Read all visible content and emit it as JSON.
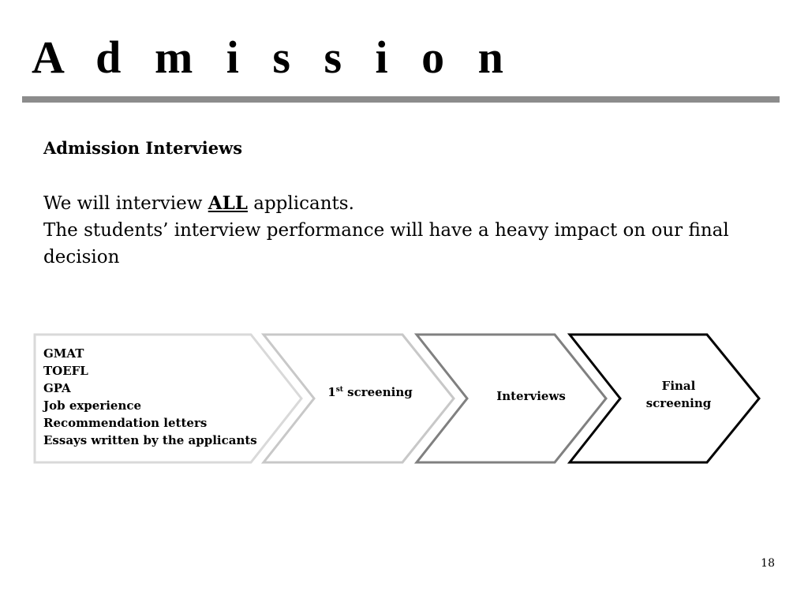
{
  "slide": {
    "title": "A d m i s s i o n",
    "subheading": "Admission Interviews",
    "line1_before": "We will interview ",
    "line1_emph": "ALL",
    "line1_after": " applicants.",
    "line2": "The students’ interview performance will have a heavy impact on our final decision",
    "page_number": "18"
  },
  "process": {
    "criteria": [
      "GMAT",
      "TOEFL",
      "GPA",
      "Job experience",
      "Recommendation letters",
      "Essays written by the applicants"
    ],
    "step2_prefix": "1",
    "step2_sup": "st",
    "step2_suffix": " screening",
    "step3": "Interviews",
    "step4_line1": "Final",
    "step4_line2": "screening",
    "stroke_colors": [
      "#d9d9d9",
      "#c8c8c8",
      "#808080",
      "#000000"
    ]
  }
}
